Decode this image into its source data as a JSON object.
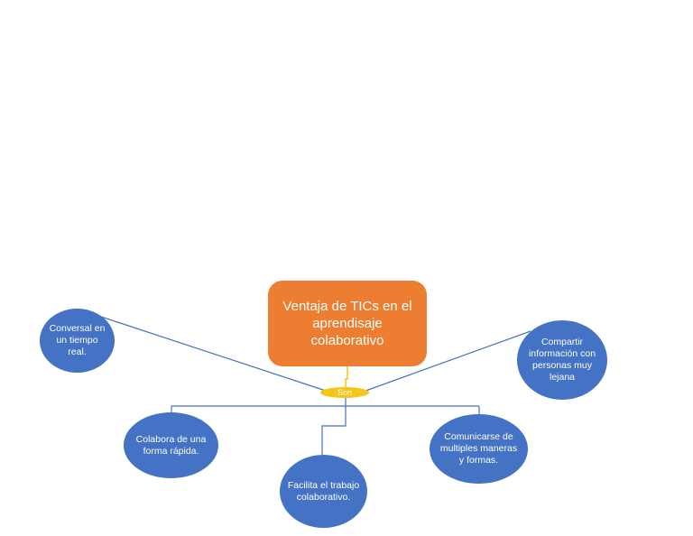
{
  "diagram": {
    "central": "Ventaja de TICs en el aprendisaje colaborativo",
    "connector": "Son",
    "nodes": {
      "conversar": "Conversal en un tiempo real.",
      "compartir": "Compartir información con personas muy lejana",
      "colabora": "Colabora de una forma rápida.",
      "facilita": "Facilita el trabajo colaborativo.",
      "comunicar": "Comunicarse de multiples maneras y formas."
    }
  },
  "colors": {
    "central": "#ed7d31",
    "connector": "#f5c518",
    "bubble": "#4472c4",
    "line": "#4472c4"
  }
}
